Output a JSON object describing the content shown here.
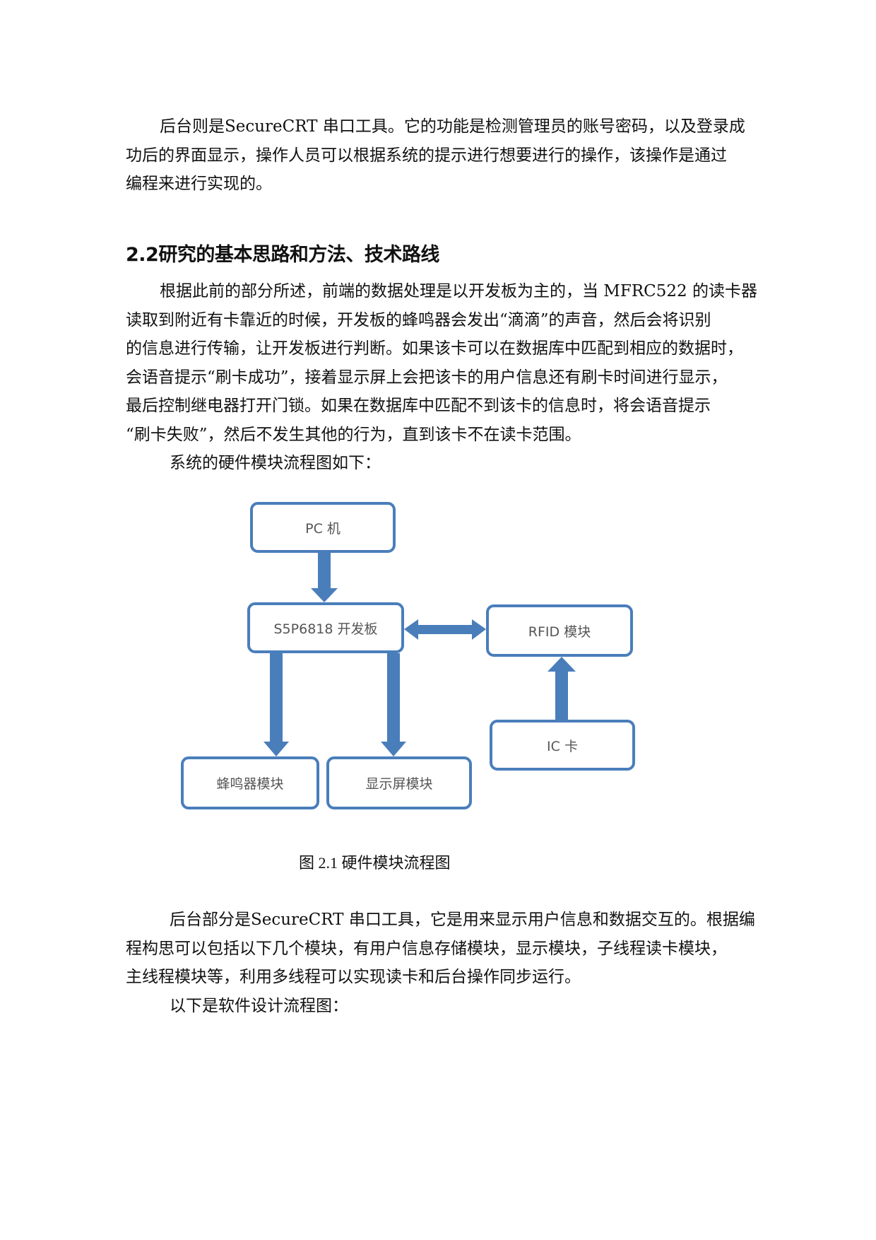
{
  "document": {
    "paragraph_1": {
      "lines": [
        "后台则是SecureCRT 串口工具。它的功能是检测管理员的账号密码，以及登录成",
        "功后的界面显示，操作人员可以根据系统的提示进行想要进行的操作，该操作是通过",
        "编程来进行实现的。"
      ]
    },
    "section_heading": "2.2研究的基本思路和方法、技术路线",
    "paragraph_2": {
      "lines": [
        "根据此前的部分所述，前端的数据处理是以开发板为主的，当 MFRC522 的读卡器",
        "读取到附近有卡靠近的时候，开发板的蜂鸣器会发出“滴滴”的声音，然后会将识别",
        "的信息进行传输，让开发板进行判断。如果该卡可以在数据库中匹配到相应的数据时，",
        "会语音提示“刷卡成功”，接着显示屏上会把该卡的用户信息还有刷卡时间进行显示，",
        "最后控制继电器打开门锁。如果在数据库中匹配不到该卡的信息时，将会语音提示",
        "“刷卡失败”，然后不发生其他的行为，直到该卡不在读卡范围。"
      ]
    },
    "diagram_intro": "系统的硬件模块流程图如下：",
    "diagram": {
      "accent_color": "#4a7ebb",
      "nodes": {
        "pc": "PC 机",
        "board": "S5P6818 开发板",
        "rfid": "RFID 模块",
        "ic_card": "IC 卡",
        "buzzer": "蜂鸣器模块",
        "display": "显示屏模块"
      },
      "edges": [
        {
          "from": "pc",
          "to": "board",
          "type": "one-way"
        },
        {
          "from": "board",
          "to": "rfid",
          "type": "two-way"
        },
        {
          "from": "ic_card",
          "to": "rfid",
          "type": "one-way"
        },
        {
          "from": "board",
          "to": "buzzer",
          "type": "one-way"
        },
        {
          "from": "board",
          "to": "display",
          "type": "one-way"
        }
      ]
    },
    "figure_caption": "图 2.1  硬件模块流程图",
    "paragraph_3": {
      "lines": [
        "后台部分是SecureCRT 串口工具，它是用来显示用户信息和数据交互的。根据编",
        "程构思可以包括以下几个模块，有用户信息存储模块，显示模块，子线程读卡模块，",
        "主线程模块等，利用多线程可以实现读卡和后台操作同步运行。"
      ]
    },
    "software_intro": "以下是软件设计流程图："
  }
}
